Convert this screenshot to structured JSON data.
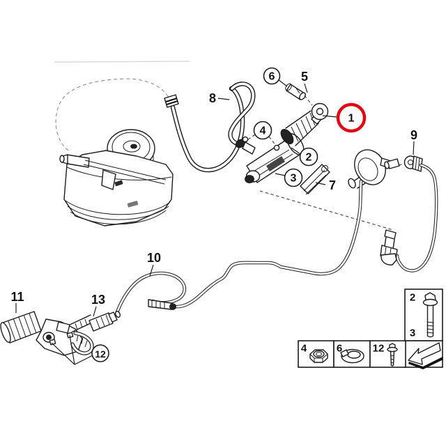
{
  "diagram": {
    "type": "parts-diagram",
    "background_color": "#ffffff",
    "line_color": "#1c1c1c",
    "highlight_color": "#e30613",
    "callouts": [
      {
        "num": "1",
        "style": "red-circle"
      },
      {
        "num": "2",
        "style": "circle"
      },
      {
        "num": "3",
        "style": "circle"
      },
      {
        "num": "4",
        "style": "circle"
      },
      {
        "num": "5",
        "style": "plain"
      },
      {
        "num": "6",
        "style": "circle"
      },
      {
        "num": "7",
        "style": "plain"
      },
      {
        "num": "8",
        "style": "plain"
      },
      {
        "num": "9",
        "style": "plain"
      },
      {
        "num": "10",
        "style": "plain"
      },
      {
        "num": "11",
        "style": "plain"
      },
      {
        "num": "12",
        "style": "circle"
      },
      {
        "num": "13",
        "style": "plain"
      }
    ],
    "legend": {
      "bolt_box": {
        "top_label": "2",
        "bottom_label": "3",
        "icon": "flange-bolt-icon"
      },
      "cells": [
        {
          "label": "4",
          "icon": "hex-nut-icon"
        },
        {
          "label": "6",
          "icon": "hose-clamp-icon"
        },
        {
          "label": "12",
          "icon": "flange-screw-icon"
        },
        {
          "label": "",
          "icon": "direction-arrow-icon"
        }
      ]
    },
    "parts": [
      "fluid-reservoir",
      "supply-hose",
      "master-cylinder",
      "dust-boot-clevis",
      "pin",
      "bracket",
      "bulkhead-grommet",
      "union-fitting",
      "pressure-pipe",
      "elbow-fitting",
      "slave-cylinder",
      "quick-connector"
    ]
  }
}
